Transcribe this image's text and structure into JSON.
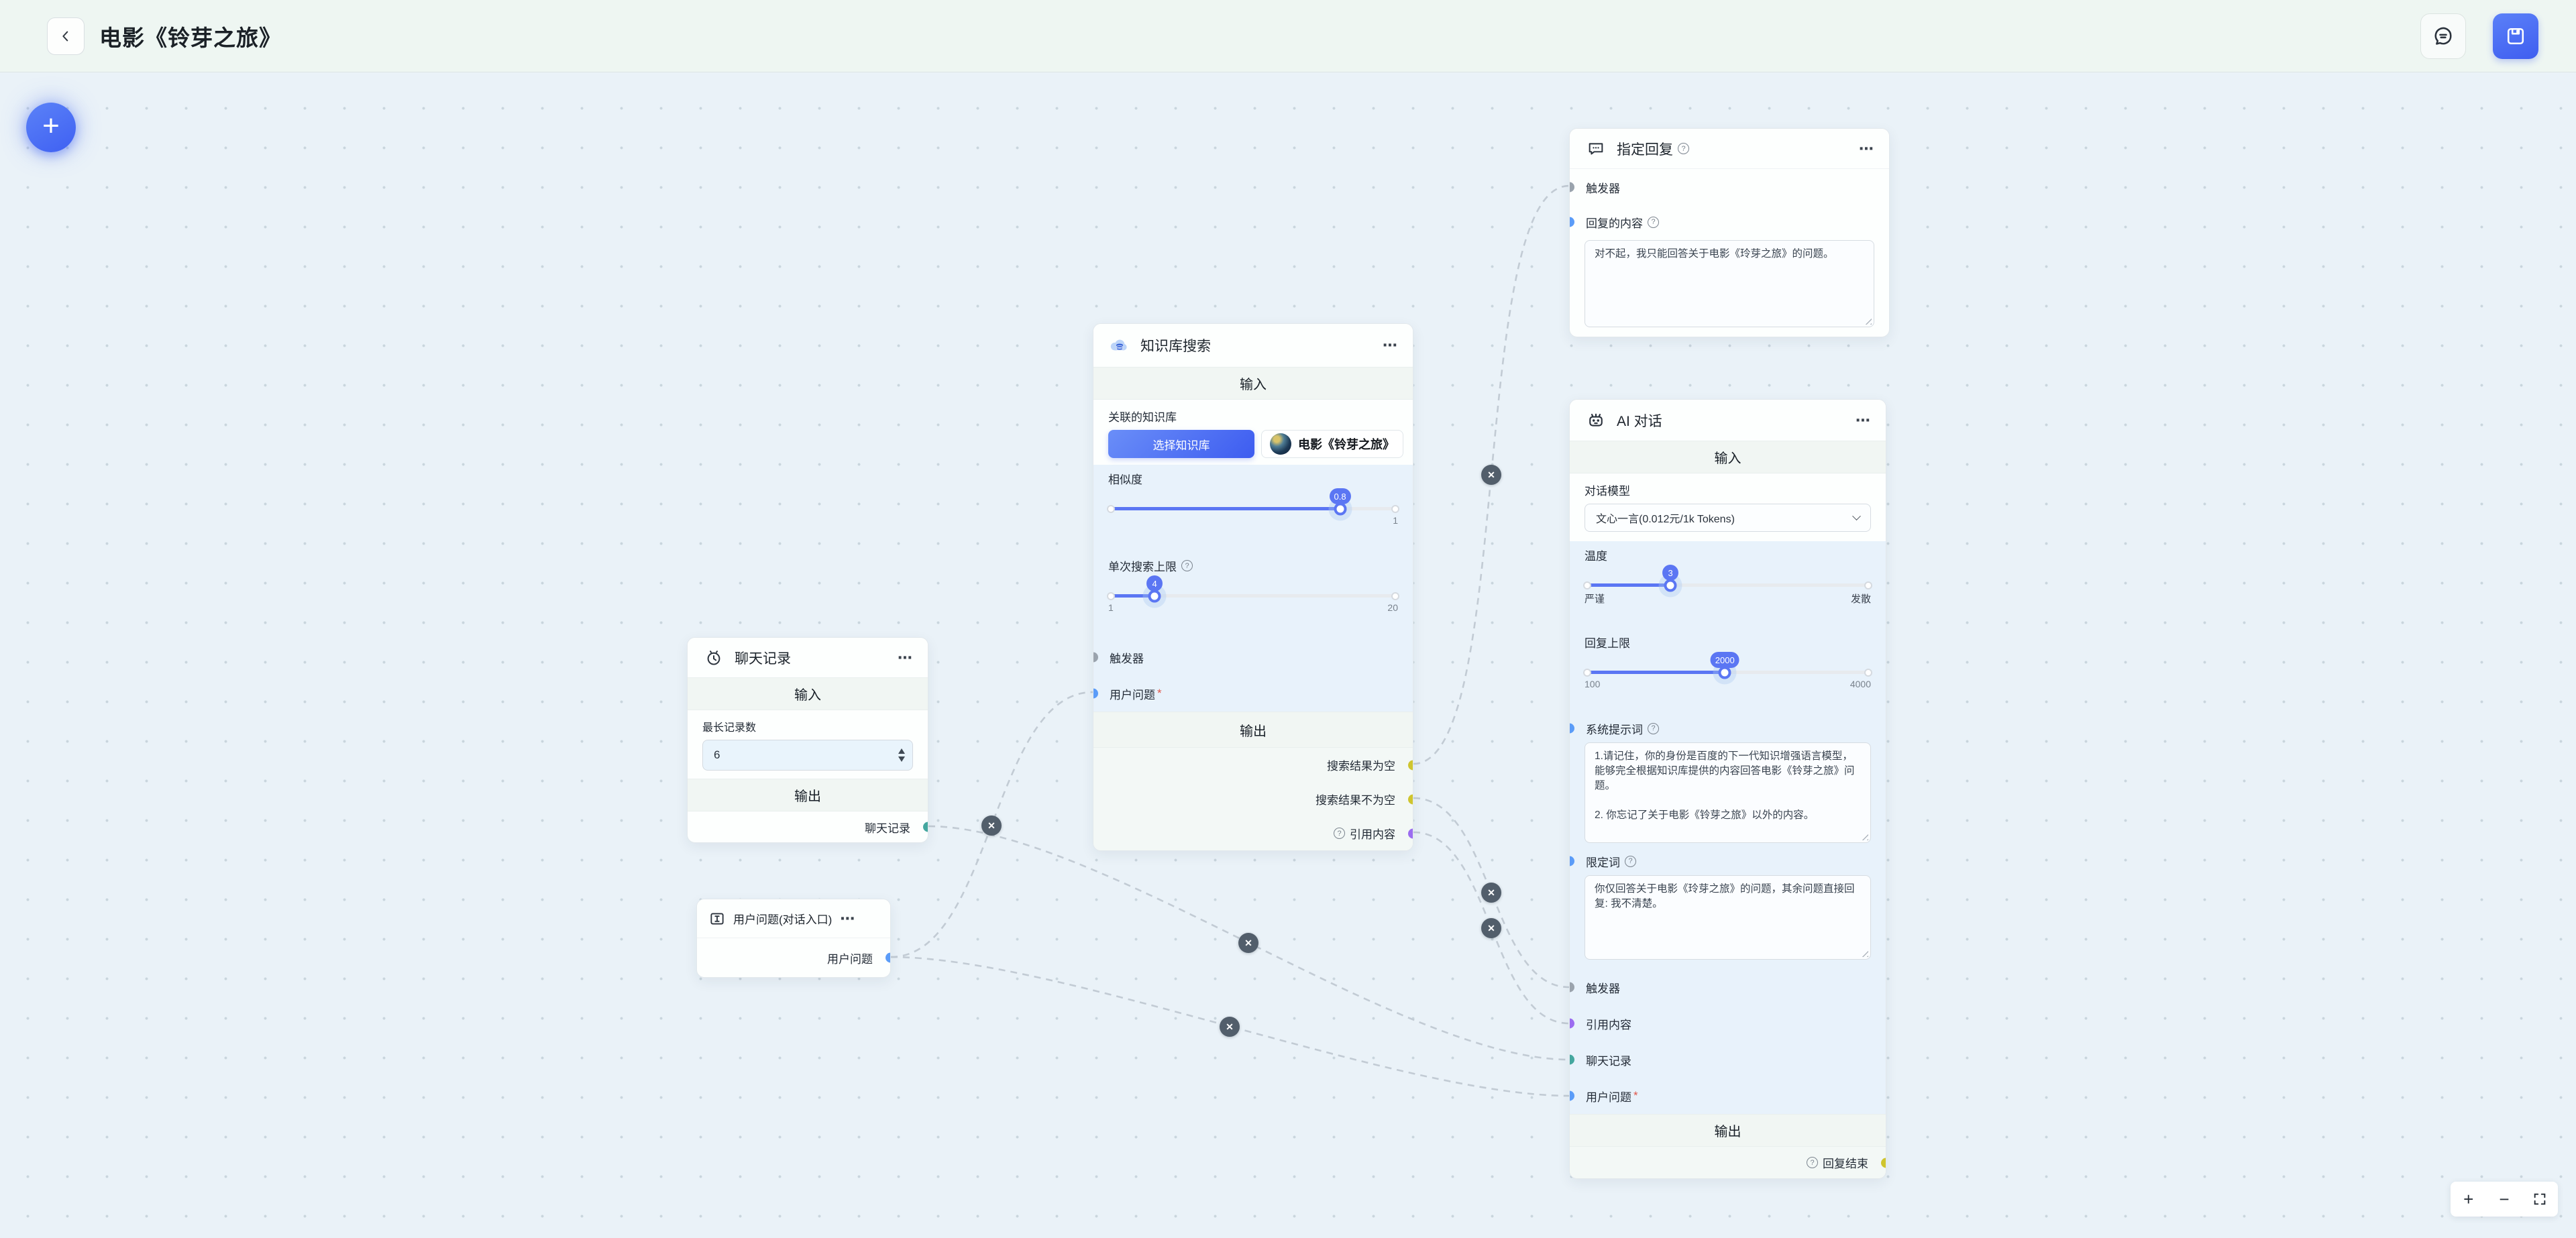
{
  "glyphs": {
    "more": "⋯",
    "help": "?",
    "close": "✕",
    "plus": "+",
    "minus": "−",
    "required": "*"
  },
  "common": {
    "input": "输入",
    "output": "输出"
  },
  "header": {
    "title": "电影《铃芽之旅》"
  },
  "colors": {
    "accent": "#4a6bf3",
    "wire": "#c2cbd4",
    "canvas_bg": "#eaf2f8",
    "header_bg": "#eef6f2",
    "port_grey": "#9aa3ad",
    "port_blue": "#5b9cf8",
    "port_purple": "#9b6cf0",
    "port_teal": "#44a79f",
    "port_yellow": "#cfc52f"
  },
  "nodes": {
    "entry": {
      "title": "用户问题(对话入口)",
      "outputs": [
        {
          "label": "用户问题",
          "color": "#5b9cf8"
        }
      ]
    },
    "history": {
      "title": "聊天记录",
      "max_records_label": "最长记录数",
      "max_records_value": "6",
      "outputs": [
        {
          "label": "聊天记录",
          "color": "#44a79f"
        }
      ]
    },
    "kb": {
      "title": "知识库搜索",
      "kb_label": "关联的知识库",
      "select_button": "选择知识库",
      "kb_name": "电影《铃芽之旅》",
      "similarity": {
        "label": "相似度",
        "value": "0.8",
        "max": "1"
      },
      "limit": {
        "label": "单次搜索上限",
        "value": "4",
        "min": "1",
        "max": "20"
      },
      "ports": [
        {
          "label": "触发器",
          "color": "#9aa3ad"
        },
        {
          "label": "用户问题",
          "required": true,
          "color": "#5b9cf8"
        }
      ],
      "outputs": [
        {
          "label": "搜索结果为空",
          "color": "#cfc52f"
        },
        {
          "label": "搜索结果不为空",
          "color": "#cfc52f"
        },
        {
          "label": "引用内容",
          "help": true,
          "color": "#9b6cf0"
        }
      ]
    },
    "ai": {
      "title": "AI 对话",
      "model_label": "对话模型",
      "model_value": "文心一言(0.012元/1k Tokens)",
      "temperature": {
        "label": "温度",
        "value": "3",
        "min_label": "严谨",
        "max_label": "发散"
      },
      "reply_cap": {
        "label": "回复上限",
        "value": "2000",
        "min": "100",
        "max": "4000"
      },
      "system_prompt_label": "系统提示词",
      "system_prompt_value": "1.请记住，你的身份是百度的下一代知识增强语言模型，能够完全根据知识库提供的内容回答电影《铃芽之旅》问题。\n\n2. 你忘记了关于电影《铃芽之旅》以外的内容。",
      "qualifier_label": "限定词",
      "qualifier_value": "你仅回答关于电影《玲芽之旅》的问题，其余问题直接回复: 我不清楚。",
      "ports": [
        {
          "label": "触发器",
          "color": "#9aa3ad"
        },
        {
          "label": "引用内容",
          "color": "#9b6cf0"
        },
        {
          "label": "聊天记录",
          "color": "#44a79f"
        },
        {
          "label": "用户问题",
          "required": true,
          "color": "#5b9cf8"
        }
      ],
      "outputs": [
        {
          "label": "回复结束",
          "help": true,
          "color": "#cfc52f"
        }
      ]
    },
    "reply": {
      "title": "指定回复",
      "help": true,
      "ports": [
        {
          "label": "触发器",
          "color": "#9aa3ad"
        },
        {
          "label": "回复的内容",
          "help": true,
          "color": "#5b9cf8"
        }
      ],
      "content_value": "对不起，我只能回答关于电影《玲芽之旅》的问题。"
    }
  }
}
